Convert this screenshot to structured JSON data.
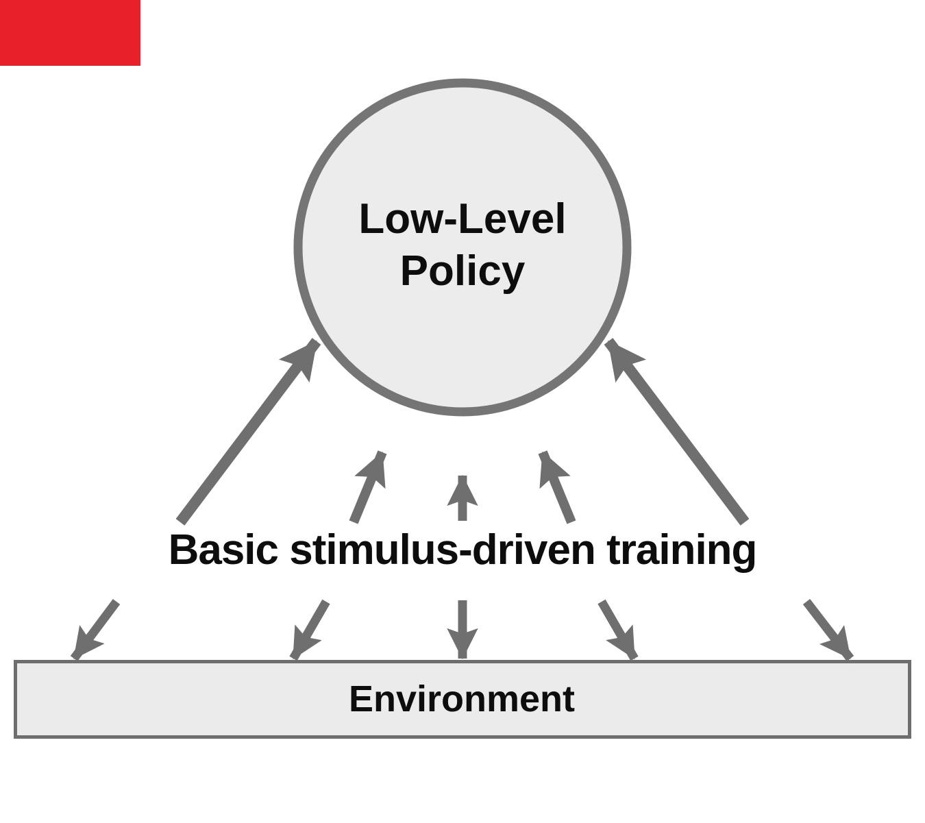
{
  "diagram": {
    "policy_node": {
      "line1": "Low-Level",
      "line2": "Policy"
    },
    "training_label": "Basic stimulus-driven training",
    "environment_label": "Environment",
    "colors": {
      "node_fill": "#ececec",
      "node_border": "#757575",
      "arrow_gray": "#6f6f6f",
      "environment_fill": "#ebebeb",
      "environment_border": "#6e6e6e",
      "banner_red": "#e8202a",
      "text": "#0d0d0d",
      "background": "#ffffff"
    },
    "arrows": {
      "up_to_policy": [
        "large-left-diagonal",
        "small-left-slanted",
        "small-center-vertical",
        "small-right-slanted",
        "large-right-diagonal"
      ],
      "down_to_environment": [
        "far-left-diagonal",
        "left-diagonal",
        "center-vertical",
        "right-diagonal",
        "far-right-diagonal"
      ]
    }
  }
}
